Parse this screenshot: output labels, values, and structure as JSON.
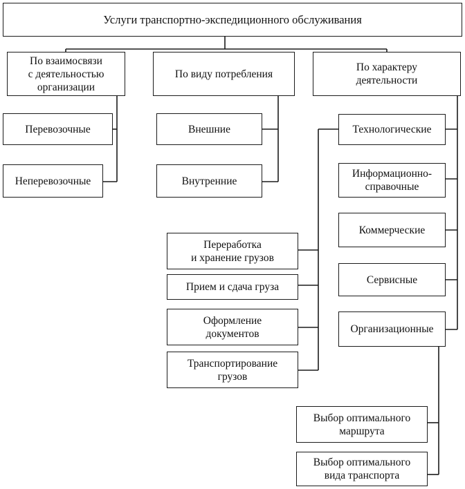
{
  "title": "Услуги транспортно-экспедиционного обслуживания",
  "categories": {
    "relation": "По взаимосвязи\nс деятельностью\nорганизации",
    "consumption": "По виду потребления",
    "activity": "По характеру\nдеятельности"
  },
  "relation_items": [
    "Перевозочные",
    "Неперевозочные"
  ],
  "consumption_items": [
    "Внешние",
    "Внутренние"
  ],
  "activity_items": [
    "Технологические",
    "Информационно-\nсправочные",
    "Коммерческие",
    "Сервисные",
    "Организационные"
  ],
  "technological_items": [
    "Переработка\nи хранение грузов",
    "Прием и сдача груза",
    "Оформление\nдокументов",
    "Транспортирование\nгрузов"
  ],
  "organizational_items": [
    "Выбор оптимального\nмаршрута",
    "Выбор оптимального\nвида транспорта"
  ]
}
